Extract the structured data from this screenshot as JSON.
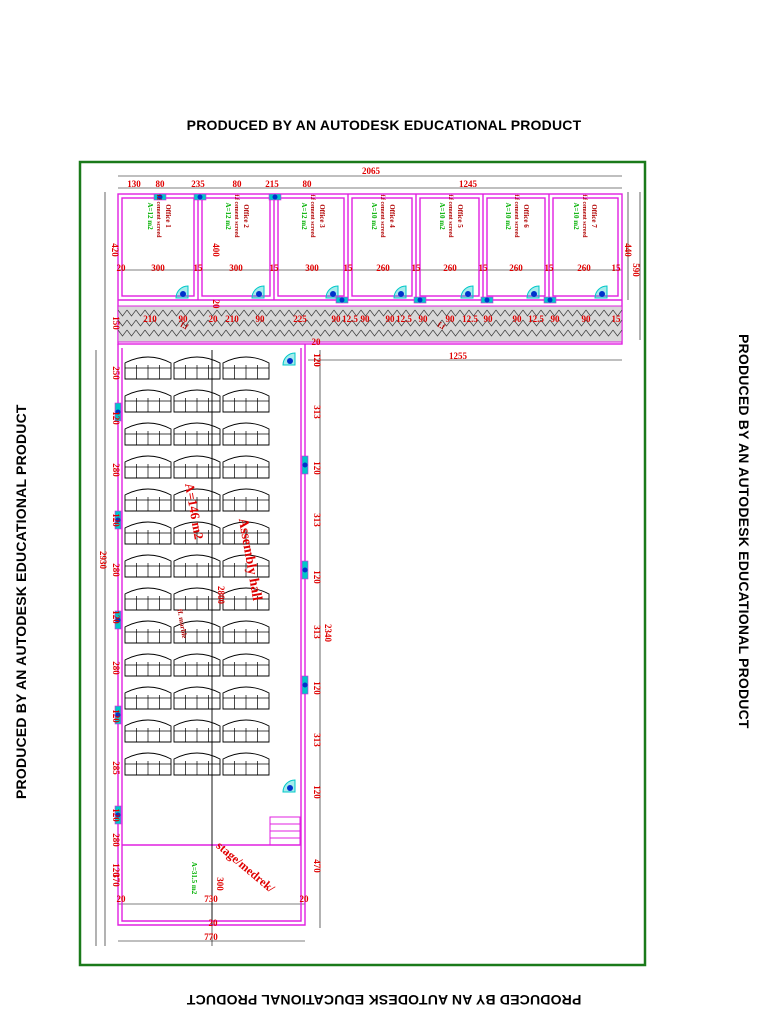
{
  "watermarks": {
    "top": "PRODUCED BY AN AUTODESK EDUCATIONAL PRODUCT",
    "bottom": "PRODUCED BY AN AUTODESK EDUCATIONAL PRODUCT",
    "left": "PRODUCED BY AN AUTODESK EDUCATIONAL PRODUCT",
    "right": "PRODUCED BY AN AUTODESK EDUCATIONAL PRODUCT"
  },
  "colors": {
    "frame": "#1a7a1a",
    "wall": "#e020e0",
    "dimension": "#e00000",
    "room_label": "#b00000",
    "area_label": "#00b000",
    "seat": "#000000",
    "door": "#00c8c8",
    "hatch": "#404040"
  },
  "dimensions": {
    "overall_top": "2065",
    "top_segments": [
      "130",
      "80",
      "235",
      "80",
      "215",
      "80",
      "1245"
    ],
    "office_depth": "420",
    "office_depth_b": "400",
    "right_depth": "440",
    "right_total": "590",
    "office_widths": [
      "300",
      "300",
      "300",
      "260",
      "260",
      "260",
      "260"
    ],
    "wall_thickness": [
      "20",
      "15",
      "15",
      "15",
      "15",
      "15",
      "15",
      "15"
    ],
    "corridor": "150",
    "corridor_segments": [
      "210",
      "90",
      "20",
      "210",
      "90",
      "225",
      "90",
      "12.5",
      "90",
      "90",
      "12.5",
      "90",
      "90",
      "12.5",
      "90",
      "90",
      "12.5",
      "90",
      "90",
      "15"
    ],
    "corridor_right": "1255",
    "hall_left": [
      "250",
      "120",
      "280",
      "120",
      "280",
      "120",
      "280",
      "120",
      "285",
      "120",
      "280",
      "120"
    ],
    "hall_total_left": "2930",
    "hall_right": [
      "120",
      "313",
      "120",
      "313",
      "120",
      "313",
      "120",
      "313",
      "120"
    ],
    "hall_total_right": "2340",
    "hall_middle": "2800",
    "stage_depth": "370",
    "stage_middle": "300",
    "stage_right": "470",
    "bottom_width": "770",
    "bottom_inner": "730",
    "bottom_walls": [
      "20",
      "20",
      "20"
    ],
    "misc": [
      "20",
      "120",
      "20"
    ]
  },
  "rooms": {
    "offices": [
      {
        "name": "Office 1",
        "note": "f.f cement screed",
        "area": "A=12 m2"
      },
      {
        "name": "Office 2",
        "note": "f.f cement screed",
        "area": "A=12 m2"
      },
      {
        "name": "Office 3",
        "note": "f.f cement screed",
        "area": "A=12 m2"
      },
      {
        "name": "Office 4",
        "note": "f.f cement screed",
        "area": "A=10 m2"
      },
      {
        "name": "Office 5",
        "note": "f.f cement screed",
        "area": "A=10 m2"
      },
      {
        "name": "Office 6",
        "note": "f.f cement screed",
        "area": "A=10 m2"
      },
      {
        "name": "Office 7",
        "note": "f.f cement screed",
        "area": "A=10 m2"
      }
    ],
    "corridor_note": "f.f",
    "assembly_area": "A=146 m2",
    "assembly_name": "Assembly hall",
    "assembly_note": "ff. marble",
    "stage_name": "stage/medrek/",
    "stage_area": "A=31.5 m2"
  }
}
